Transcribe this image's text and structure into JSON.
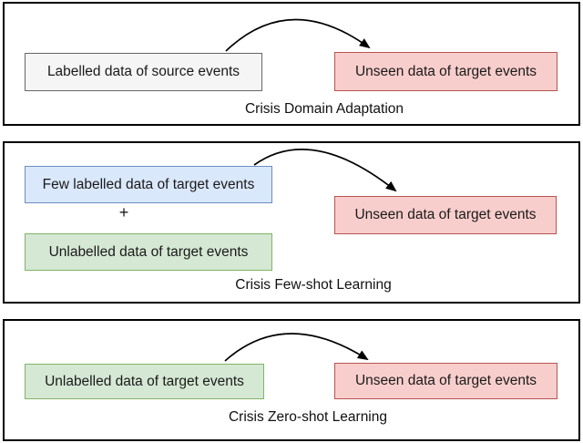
{
  "figure": {
    "panels": [
      {
        "caption": "Crisis Domain Adaptation",
        "boxes": [
          {
            "label": "Labelled data of source events",
            "type": "gray"
          },
          {
            "label": "Unseen data of target events",
            "type": "red"
          }
        ]
      },
      {
        "caption": "Crisis Few-shot Learning",
        "plus_sign": "+",
        "boxes": [
          {
            "label": "Few labelled data of target events",
            "type": "blue"
          },
          {
            "label": "Unlabelled data of target events",
            "type": "green"
          },
          {
            "label": "Unseen data of target events",
            "type": "red"
          }
        ]
      },
      {
        "caption": "Crisis Zero-shot Learning",
        "boxes": [
          {
            "label": "Unlabelled data of target events",
            "type": "green"
          },
          {
            "label": "Unseen data of target events",
            "type": "red"
          }
        ]
      }
    ],
    "colors": {
      "gray_fill": "#f5f5f5",
      "gray_border": "#666666",
      "red_fill": "#f8cecc",
      "red_border": "#b85450",
      "blue_fill": "#dae8fc",
      "blue_border": "#6c8ebf",
      "green_fill": "#d5e8d4",
      "green_border": "#82b366",
      "panel_border": "#000000",
      "arrow": "#000000",
      "background": "#ffffff"
    }
  }
}
